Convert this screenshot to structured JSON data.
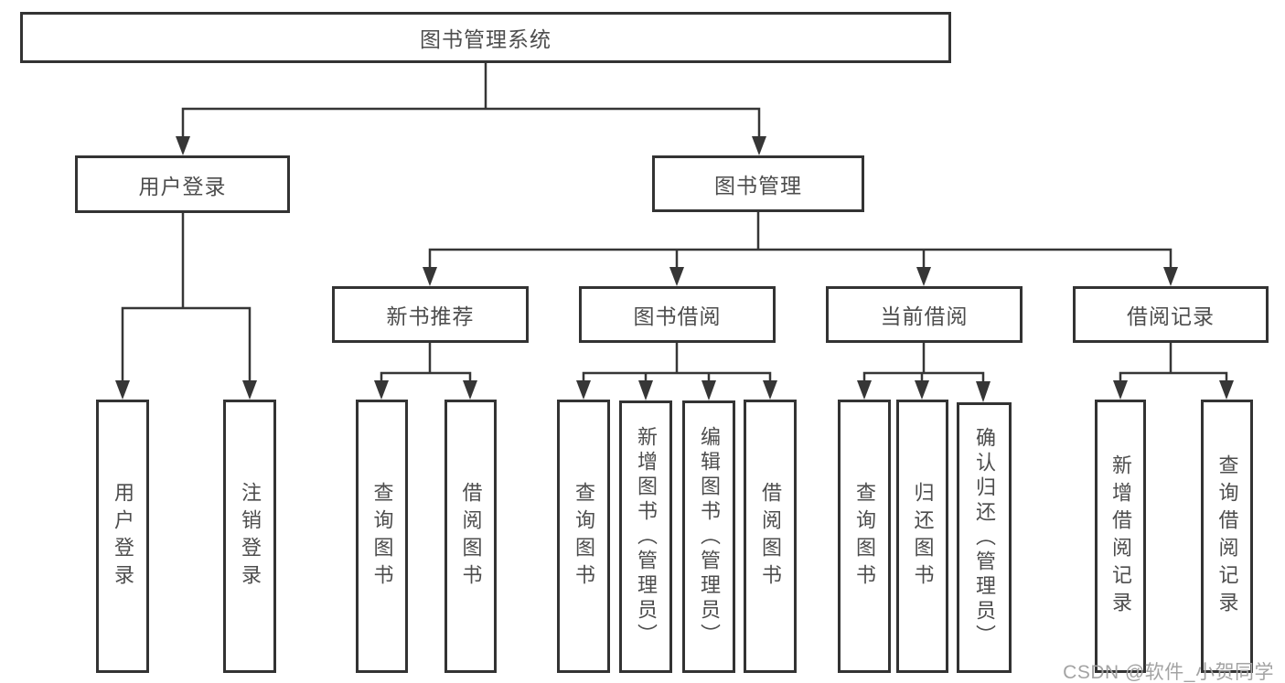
{
  "tree": {
    "label": "图书管理系统",
    "children": [
      {
        "label": "用户登录",
        "children": [
          {
            "label": "用户登录"
          },
          {
            "label": "注销登录"
          }
        ]
      },
      {
        "label": "图书管理",
        "children": [
          {
            "label": "新书推荐",
            "children": [
              {
                "label": "查询图书"
              },
              {
                "label": "借阅图书"
              }
            ]
          },
          {
            "label": "图书借阅",
            "children": [
              {
                "label": "查询图书"
              },
              {
                "label": "新增图书（管理员）"
              },
              {
                "label": "编辑图书（管理员）"
              },
              {
                "label": "借阅图书"
              }
            ]
          },
          {
            "label": "当前借阅",
            "children": [
              {
                "label": "查询图书"
              },
              {
                "label": "归还图书"
              },
              {
                "label": "确认归还（管理员）"
              }
            ]
          },
          {
            "label": "借阅记录",
            "children": [
              {
                "label": "新增借阅记录"
              },
              {
                "label": "查询借阅记录"
              }
            ]
          }
        ]
      }
    ]
  },
  "watermark": {
    "text": "CSDN @软件_小贺同学"
  },
  "colors": {
    "line": "#363636",
    "box_border": "#333333",
    "text": "#4d4d4d",
    "watermark": "#a3a3a3",
    "background": "#ffffff"
  }
}
